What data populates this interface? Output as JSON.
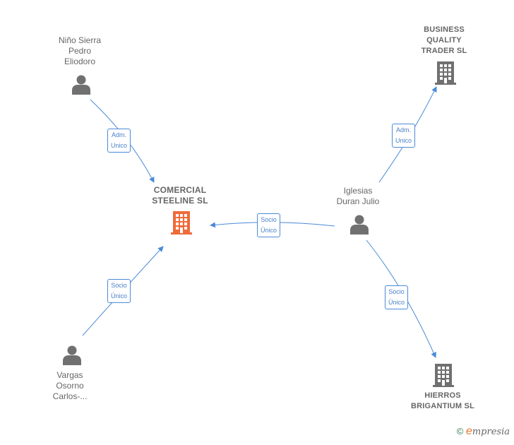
{
  "nodes": {
    "nino": {
      "lines": [
        "Niño Sierra",
        "Pedro",
        "Eliodoro"
      ],
      "type": "person"
    },
    "comercial": {
      "lines": [
        "COMERCIAL",
        "STEELINE  SL"
      ],
      "type": "company-main"
    },
    "vargas": {
      "lines": [
        "Vargas",
        "Osorno",
        "Carlos-..."
      ],
      "type": "person"
    },
    "business": {
      "lines": [
        "BUSINESS",
        "QUALITY",
        "TRADER  SL"
      ],
      "type": "company"
    },
    "iglesias": {
      "lines": [
        "Iglesias",
        "Duran Julio"
      ],
      "type": "person"
    },
    "hierros": {
      "lines": [
        "HIERROS",
        "BRIGANTIUM SL"
      ],
      "type": "company"
    }
  },
  "edges": {
    "nino_comercial": [
      "Adm.",
      "Unico"
    ],
    "vargas_comercial": [
      "Socio",
      "Único"
    ],
    "iglesias_comercial": [
      "Socio",
      "Único"
    ],
    "iglesias_business": [
      "Adm.",
      "Unico"
    ],
    "iglesias_hierros": [
      "Socio",
      "Único"
    ]
  },
  "colors": {
    "edge": "#4a8ad8",
    "main_company": "#f06a3a",
    "company": "#707070",
    "person": "#707070"
  },
  "footer": {
    "copyright": "©",
    "brand_initial": "e",
    "brand_rest": "mpresia"
  }
}
